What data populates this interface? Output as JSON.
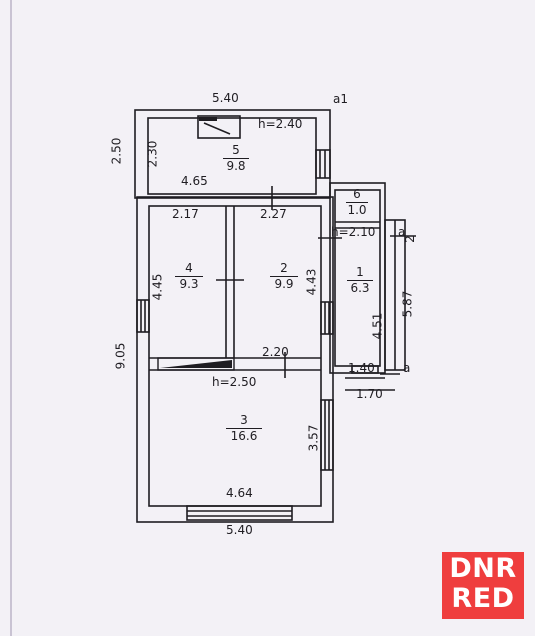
{
  "plan": {
    "outer_marker": "a1",
    "rooms": [
      {
        "number": "1",
        "area": "6.3"
      },
      {
        "number": "2",
        "area": "9.9"
      },
      {
        "number": "3",
        "area": "16.6"
      },
      {
        "number": "4",
        "area": "9.3"
      },
      {
        "number": "5",
        "area": "9.8"
      },
      {
        "number": "6",
        "area": "1.0"
      }
    ],
    "heights": {
      "room5": "h=2.40",
      "room6": "h=2.10",
      "room3": "h=2.50"
    },
    "dims": {
      "top_outer": "5.40",
      "room5_inner_width": "4.65",
      "left_top_outer": "2.50",
      "room5_inner_height": "2.30",
      "room4_width": "2.17",
      "room2_width": "2.27",
      "room4_height": "4.45",
      "room2_height": "4.43",
      "left_main_outer": "9.05",
      "room2_bottom_width": "2.20",
      "room3_height": "3.57",
      "room3_width": "4.64",
      "bottom_outer": "5.40",
      "room1_height": "4.51",
      "annex_outer_height": "5.87",
      "room1_width": "1.40",
      "annex_outer_width": "1.70",
      "annex_marker_a_top": "a",
      "annex_marker_2": "2",
      "annex_marker_a_bottom": "a"
    }
  },
  "watermark": {
    "line1": "DNR",
    "line2": "RED"
  },
  "colors": {
    "ink": "#1f1d22",
    "paper": "#f3f1f6",
    "watermark": "#ef3e3e"
  }
}
